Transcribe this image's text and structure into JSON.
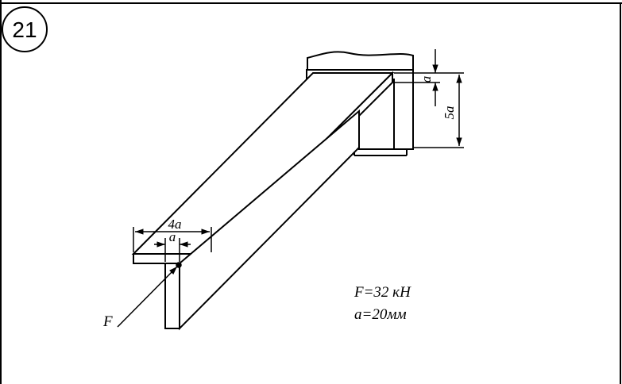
{
  "problem": {
    "number": "21"
  },
  "dimensions": {
    "flange_width": "4a",
    "web_thickness": "a",
    "flange_thickness": "a",
    "total_height": "5a"
  },
  "load": {
    "label": "F"
  },
  "given": {
    "force": "F=32 кН",
    "size": "a=20мм"
  },
  "colors": {
    "line": "#000000",
    "background": "#ffffff"
  }
}
